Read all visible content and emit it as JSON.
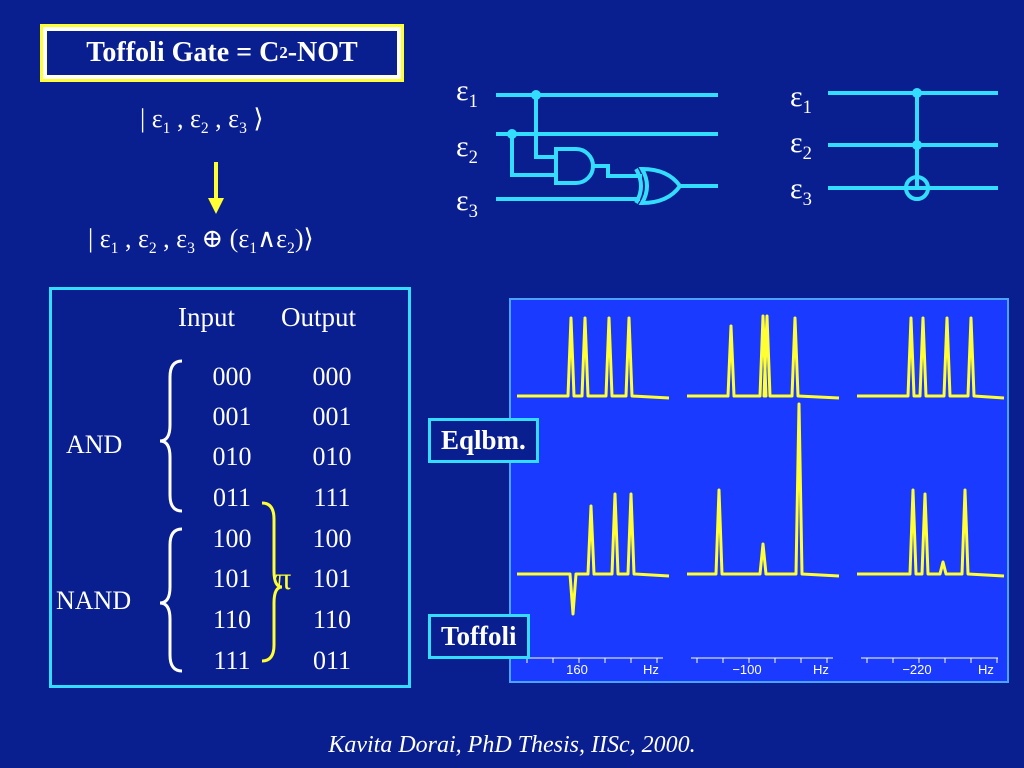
{
  "title": {
    "main": "Toffoli Gate = C",
    "sup": "2",
    "rest": "-NOT"
  },
  "input_ket": {
    "bar": "|",
    "e": "ε",
    "s1": "1",
    "s2": "2",
    "s3": "3",
    "sep": " , ",
    "close": "⟩"
  },
  "output_ket": {
    "bar": "|",
    "e": "ε",
    "s1": "1",
    "s2": "2",
    "s3": "3",
    "sep": " , ",
    "oplus": "⊕",
    "open": "(",
    "and": "∧",
    "close": ")⟩"
  },
  "circuit_labels": {
    "e1": "1",
    "e2": "2",
    "e3": "3",
    "eps": "ε"
  },
  "table": {
    "headers": {
      "input": "Input",
      "output": "Output"
    },
    "group_and": "AND",
    "group_nand": "NAND",
    "pi": "π",
    "rows": [
      {
        "in": "000",
        "out": "000"
      },
      {
        "in": "001",
        "out": "001"
      },
      {
        "in": "010",
        "out": "010"
      },
      {
        "in": "011",
        "out": "111"
      },
      {
        "in": "100",
        "out": "100"
      },
      {
        "in": "101",
        "out": "101"
      },
      {
        "in": "110",
        "out": "110"
      },
      {
        "in": "111",
        "out": "011"
      }
    ]
  },
  "tags": {
    "eqlbm": "Eqlbm.",
    "toffoli": "Toffoli"
  },
  "spectra": {
    "axis_labels": [
      "160",
      "−100",
      "−220"
    ],
    "unit": "Hz"
  },
  "citation": "Kavita Dorai, PhD Thesis, IISc, 2000.",
  "colors": {
    "background": "#0a1f8f",
    "accent": "#ffff33",
    "wire": "#33ddff",
    "panel": "#1a3aff"
  }
}
